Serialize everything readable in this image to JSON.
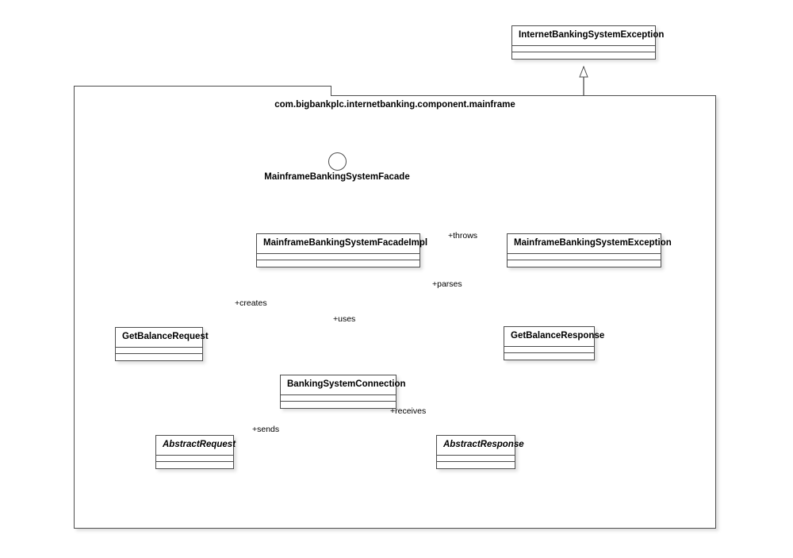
{
  "diagram": {
    "type": "uml-class-diagram",
    "package": {
      "label": "com.bigbankplc.internetbanking.component.mainframe"
    },
    "interface": {
      "name": "MainframeBankingSystemFacade",
      "notation": "lollipop-provided-interface"
    },
    "classes": [
      {
        "id": "internet-banking-system-exception",
        "name": "InternetBankingSystemException",
        "abstract": false,
        "inside_package": false
      },
      {
        "id": "mainframe-banking-system-facade-impl",
        "name": "MainframeBankingSystemFacadeImpl",
        "abstract": false,
        "inside_package": true
      },
      {
        "id": "mainframe-banking-system-exception",
        "name": "MainframeBankingSystemException",
        "abstract": false,
        "inside_package": true
      },
      {
        "id": "get-balance-request",
        "name": "GetBalanceRequest",
        "abstract": false,
        "inside_package": true
      },
      {
        "id": "banking-system-connection",
        "name": "BankingSystemConnection",
        "abstract": false,
        "inside_package": true
      },
      {
        "id": "get-balance-response",
        "name": "GetBalanceResponse",
        "abstract": false,
        "inside_package": true
      },
      {
        "id": "abstract-request",
        "name": "AbstractRequest",
        "abstract": true,
        "inside_package": true
      },
      {
        "id": "abstract-response",
        "name": "AbstractResponse",
        "abstract": true,
        "inside_package": true
      }
    ],
    "relationships": [
      {
        "id": "rel-throws",
        "from": "mainframe-banking-system-facade-impl",
        "to": "mainframe-banking-system-exception",
        "kind": "dependency",
        "label": "+throws"
      },
      {
        "id": "rel-creates",
        "from": "mainframe-banking-system-facade-impl",
        "to": "get-balance-request",
        "kind": "dependency",
        "label": "+creates"
      },
      {
        "id": "rel-uses",
        "from": "mainframe-banking-system-facade-impl",
        "to": "banking-system-connection",
        "kind": "dependency",
        "label": "+uses"
      },
      {
        "id": "rel-parses",
        "from": "mainframe-banking-system-facade-impl",
        "to": "get-balance-response",
        "kind": "dependency",
        "label": "+parses"
      },
      {
        "id": "rel-sends",
        "from": "banking-system-connection",
        "to": "abstract-request",
        "kind": "dependency",
        "label": "+sends"
      },
      {
        "id": "rel-receives",
        "from": "banking-system-connection",
        "to": "abstract-response",
        "kind": "dependency",
        "label": "+receives"
      },
      {
        "id": "rel-gen-request",
        "from": "get-balance-request",
        "to": "abstract-request",
        "kind": "generalization",
        "label": ""
      },
      {
        "id": "rel-gen-response",
        "from": "get-balance-response",
        "to": "abstract-response",
        "kind": "generalization",
        "label": ""
      },
      {
        "id": "rel-gen-exception",
        "from": "mainframe-banking-system-exception",
        "to": "internet-banking-system-exception",
        "kind": "generalization",
        "label": ""
      },
      {
        "id": "rel-realizes-facade",
        "from": "mainframe-banking-system-facade-impl",
        "to": "interface-mainframe-banking-system-facade",
        "kind": "interface-realization",
        "label": ""
      }
    ],
    "colors": {
      "line": "#4d4d4d",
      "box_fill": "#ffffff",
      "text": "#000000",
      "canvas": "#ffffff"
    }
  }
}
